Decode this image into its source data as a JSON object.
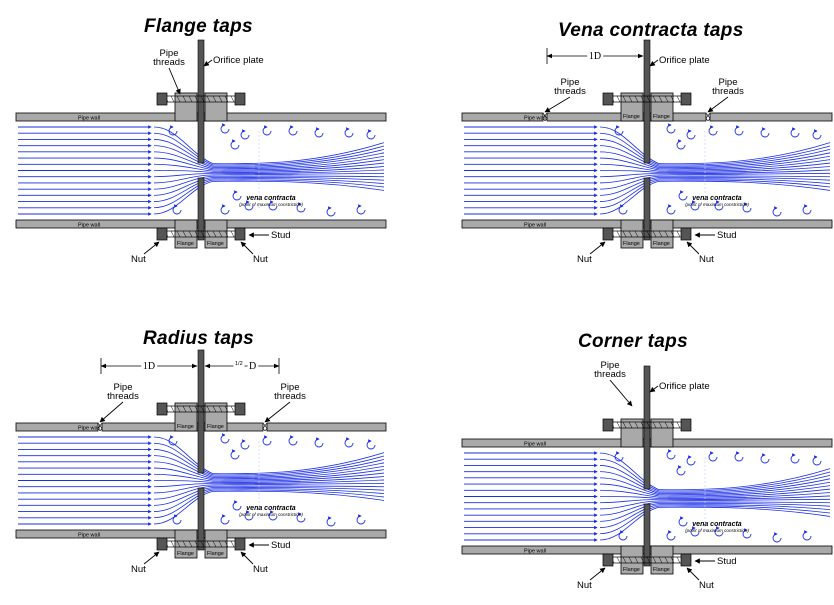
{
  "diagrams": [
    {
      "title": "Flange taps",
      "labels": {
        "pipe_threads": [
          "Pipe",
          "threads"
        ],
        "orifice_plate": "Orifice plate",
        "pipe_wall": "Pipe wall",
        "flange": "Flange",
        "stud": "Stud",
        "nut": "Nut",
        "vena_contracta": "vena contracta",
        "vena_contracta_note": "(point of maximum constriction)"
      }
    },
    {
      "title": "Vena contracta taps",
      "labels": {
        "distance": "1D",
        "pipe_threads": [
          "Pipe",
          "threads"
        ],
        "orifice_plate": "Orifice plate",
        "pipe_wall": "Pipe wall",
        "flange": "Flange",
        "stud": "Stud",
        "nut": "Nut",
        "vena_contracta": "vena contracta",
        "vena_contracta_note": "(point of maximum constriction)"
      }
    },
    {
      "title": "Radius taps",
      "labels": {
        "distance_up": "1D",
        "distance_down": "D",
        "distance_down_frac": "1/2",
        "pipe_threads": [
          "Pipe",
          "threads"
        ],
        "pipe_wall": "Pipe wall",
        "flange": "Flange",
        "stud": "Stud",
        "nut": "Nut",
        "vena_contracta": "vena contracta",
        "vena_contracta_note": "(point of maximum constriction)"
      }
    },
    {
      "title": "Corner taps",
      "labels": {
        "pipe_threads": [
          "Pipe",
          "threads"
        ],
        "orifice_plate": "Orifice plate",
        "pipe_wall": "Pipe wall",
        "flange": "Flange",
        "stud": "Stud",
        "nut": "Nut",
        "vena_contracta": "vena contracta",
        "vena_contracta_note": "(point of maximum constriction)"
      }
    }
  ],
  "colors": {
    "flow": "#1a2ee6",
    "metal": "#a9a9a9",
    "metal_dark": "#555555",
    "outline": "#000000"
  }
}
